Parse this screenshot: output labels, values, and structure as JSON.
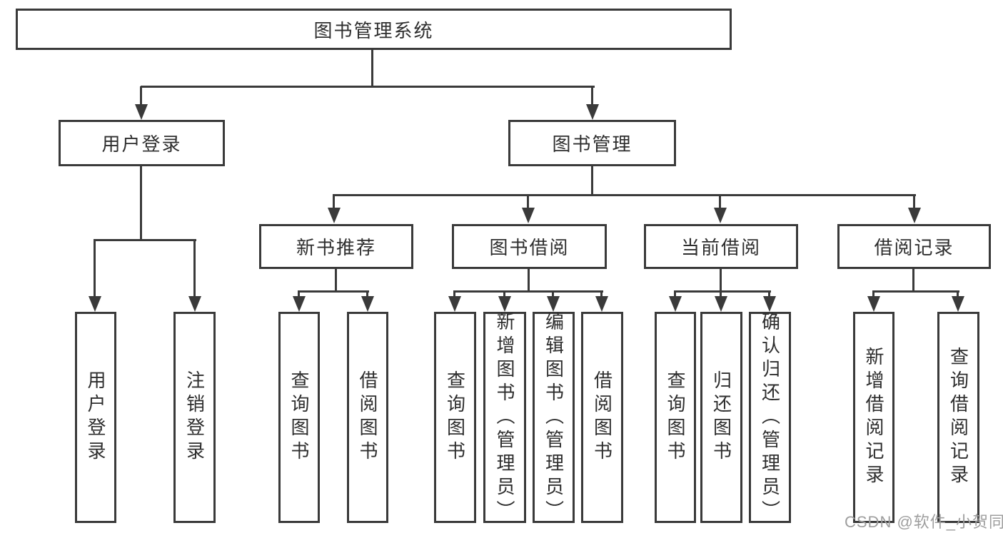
{
  "diagram_type": "functional-structure-tree",
  "colors": {
    "line": "#3a3a3a",
    "box_border": "#3a3a3a",
    "text": "#2e2e2e",
    "background": "#ffffff",
    "watermark": "#9e9e9e"
  },
  "icons": {
    "arrow_down_icon": "filled downward triangle (CSS border shape)"
  },
  "tree": {
    "label": "图书管理系统",
    "children": [
      {
        "label": "用户登录",
        "children": [
          {
            "label": "用户登录"
          },
          {
            "label": "注销登录"
          }
        ]
      },
      {
        "label": "图书管理",
        "children": [
          {
            "label": "新书推荐",
            "children": [
              {
                "label": "查询图书"
              },
              {
                "label": "借阅图书"
              }
            ]
          },
          {
            "label": "图书借阅",
            "children": [
              {
                "label": "查询图书"
              },
              {
                "label": "新增图书（管理员）"
              },
              {
                "label": "编辑图书（管理员）"
              },
              {
                "label": "借阅图书"
              }
            ]
          },
          {
            "label": "当前借阅",
            "children": [
              {
                "label": "查询图书"
              },
              {
                "label": "归还图书"
              },
              {
                "label": "确认归还（管理员）"
              }
            ]
          },
          {
            "label": "借阅记录",
            "children": [
              {
                "label": "新增借阅记录"
              },
              {
                "label": "查询借阅记录"
              }
            ]
          }
        ]
      }
    ]
  },
  "watermark": {
    "text": "CSDN @软件_小贺同学"
  }
}
